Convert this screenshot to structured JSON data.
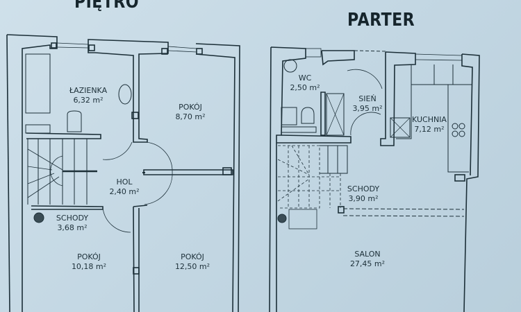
{
  "floors": [
    {
      "title": "PIĘTRO",
      "rooms": [
        {
          "name": "ŁAZIENKA",
          "area": "6,32 m²"
        },
        {
          "name": "POKÓJ",
          "area": "8,70 m²"
        },
        {
          "name": "HOL",
          "area": "2,40 m²"
        },
        {
          "name": "SCHODY",
          "area": "3,68 m²"
        },
        {
          "name": "POKÓJ",
          "area": "10,18 m²"
        },
        {
          "name": "POKÓJ",
          "area": "12,50 m²"
        }
      ]
    },
    {
      "title": "PARTER",
      "rooms": [
        {
          "name": "WC",
          "area": "2,50 m²"
        },
        {
          "name": "SIEŃ",
          "area": "3,95 m²"
        },
        {
          "name": "KUCHNIA",
          "area": "7,12 m²"
        },
        {
          "name": "SCHODY",
          "area": "3,90 m²"
        },
        {
          "name": "SALON",
          "area": "27,45 m²"
        }
      ]
    }
  ],
  "colors": {
    "paper": "#c8dbe6",
    "line": "#1c2f38"
  }
}
